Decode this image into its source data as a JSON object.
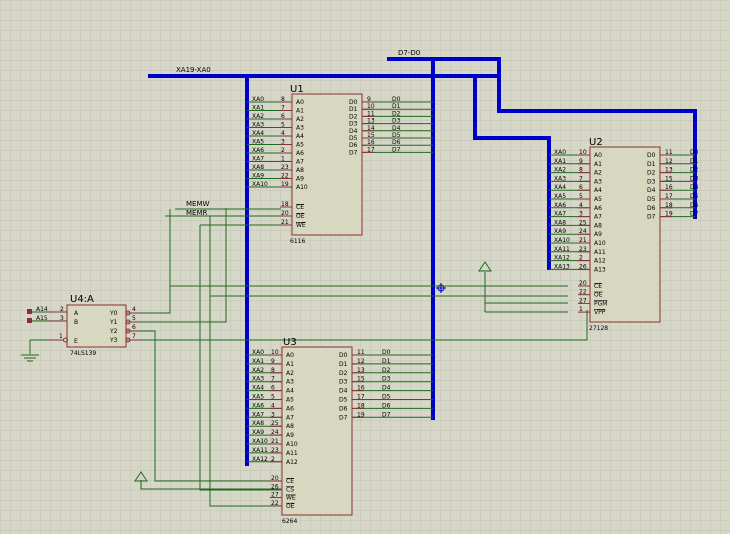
{
  "colors": {
    "background": "#d7d7c8",
    "grid": "#c2c2b3",
    "bus": "#0000cc",
    "wire": "#1e6a1e",
    "chip_fill": "#d8d8c0",
    "chip_border": "#8a3030",
    "pin": "#8a3030",
    "text": "#000000"
  },
  "buses": {
    "address": "XA19-XA0",
    "data": "D7-D0"
  },
  "signals": {
    "memw": "MEMW",
    "memr": "MEMR"
  },
  "u1": {
    "ref": "U1",
    "part": "6116",
    "addr_nets": [
      "XA0",
      "XA1",
      "XA2",
      "XA3",
      "XA4",
      "XA5",
      "XA6",
      "XA7",
      "XA8",
      "XA9",
      "XA10"
    ],
    "addr_pins": [
      "8",
      "7",
      "6",
      "5",
      "4",
      "3",
      "2",
      "1",
      "23",
      "22",
      "19"
    ],
    "addr_labels": [
      "A0",
      "A1",
      "A2",
      "A3",
      "A4",
      "A5",
      "A6",
      "A7",
      "A8",
      "A9",
      "A10"
    ],
    "data_labels": [
      "D0",
      "D1",
      "D2",
      "D3",
      "D4",
      "D5",
      "D6",
      "D7"
    ],
    "data_pins": [
      "9",
      "10",
      "11",
      "13",
      "14",
      "15",
      "16",
      "17"
    ],
    "data_nets": [
      "D0",
      "D1",
      "D2",
      "D3",
      "D4",
      "D5",
      "D6",
      "D7"
    ],
    "ctrl_labels": [
      "CE",
      "OE",
      "WE"
    ],
    "ctrl_pins": [
      "18",
      "20",
      "21"
    ]
  },
  "u2": {
    "ref": "U2",
    "part": "27128",
    "addr_nets": [
      "XA0",
      "XA1",
      "XA2",
      "XA3",
      "XA4",
      "XA5",
      "XA6",
      "XA7",
      "XA8",
      "XA9",
      "XA10",
      "XA11",
      "XA12",
      "XA13"
    ],
    "addr_pins": [
      "10",
      "9",
      "8",
      "7",
      "6",
      "5",
      "4",
      "3",
      "25",
      "24",
      "21",
      "23",
      "2",
      "26"
    ],
    "addr_labels": [
      "A0",
      "A1",
      "A2",
      "A3",
      "A4",
      "A5",
      "A6",
      "A7",
      "A8",
      "A9",
      "A10",
      "A11",
      "A12",
      "A13"
    ],
    "data_labels": [
      "D0",
      "D1",
      "D2",
      "D3",
      "D4",
      "D5",
      "D6",
      "D7"
    ],
    "data_pins": [
      "11",
      "12",
      "13",
      "15",
      "16",
      "17",
      "18",
      "19"
    ],
    "data_nets": [
      "D0",
      "D1",
      "D2",
      "D3",
      "D4",
      "D5",
      "D6",
      "D7"
    ],
    "ctrl_labels": [
      "CE",
      "OE",
      "PGM",
      "VPP"
    ],
    "ctrl_pins": [
      "20",
      "22",
      "27",
      "1"
    ]
  },
  "u3": {
    "ref": "U3",
    "part": "6264",
    "addr_nets": [
      "XA0",
      "XA1",
      "XA2",
      "XA3",
      "XA4",
      "XA5",
      "XA6",
      "XA7",
      "XA8",
      "XA9",
      "XA10",
      "XA11",
      "XA12"
    ],
    "addr_pins": [
      "10",
      "9",
      "8",
      "7",
      "6",
      "5",
      "4",
      "3",
      "25",
      "24",
      "21",
      "23",
      "2"
    ],
    "addr_labels": [
      "A0",
      "A1",
      "A2",
      "A3",
      "A4",
      "A5",
      "A6",
      "A7",
      "A8",
      "A9",
      "A10",
      "A11",
      "A12"
    ],
    "data_labels": [
      "D0",
      "D1",
      "D2",
      "D3",
      "D4",
      "D5",
      "D6",
      "D7"
    ],
    "data_pins": [
      "11",
      "12",
      "13",
      "15",
      "16",
      "17",
      "18",
      "19"
    ],
    "data_nets": [
      "D0",
      "D1",
      "D2",
      "D3",
      "D4",
      "D5",
      "D6",
      "D7"
    ],
    "ctrl_labels": [
      "CE",
      "CS",
      "WE",
      "OE"
    ],
    "ctrl_pins": [
      "20",
      "26",
      "27",
      "22"
    ]
  },
  "u4": {
    "ref": "U4:A",
    "part": "74LS139",
    "input_nets": [
      "A14",
      "A15"
    ],
    "input_pins": [
      "2",
      "3"
    ],
    "input_labels": [
      "A",
      "B"
    ],
    "enable_pin": "1",
    "enable_label": "E",
    "output_labels": [
      "Y0",
      "Y1",
      "Y2",
      "Y3"
    ],
    "output_pins": [
      "4",
      "5",
      "6",
      "7"
    ]
  }
}
